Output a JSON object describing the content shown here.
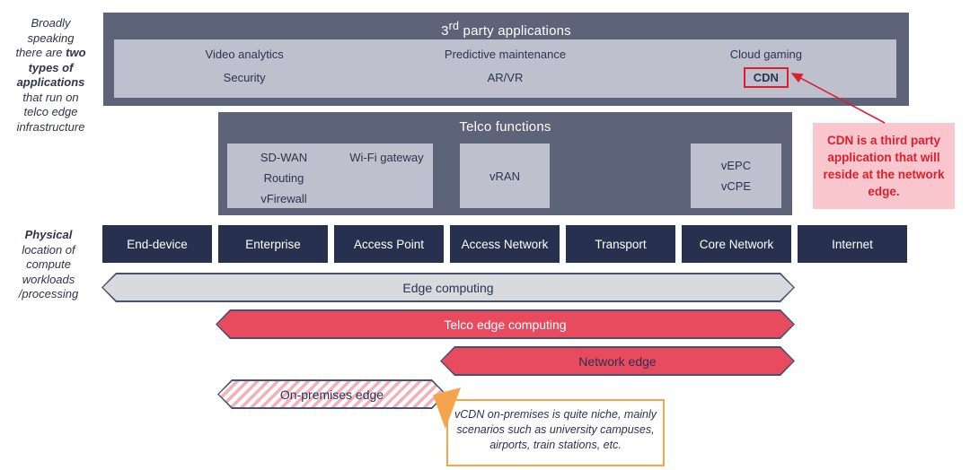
{
  "colors": {
    "navy_box": "#27304f",
    "slate_box": "#5d6378",
    "light_inner_box": "#bec1cd",
    "gray_banner": "#d9dade",
    "red_banner": "#e84a5e",
    "pink_callout_bg": "#f9c6cd",
    "red_accent_text": "#dc1f2e",
    "orange_accent": "#f4a44c"
  },
  "left_notes": {
    "top": [
      [
        {
          "t": "Broadly"
        }
      ],
      [
        {
          "t": "speaking"
        }
      ],
      [
        {
          "t": "there are "
        },
        {
          "t": "two",
          "b": 1
        }
      ],
      [
        {
          "t": "types of",
          "b": 1
        }
      ],
      [
        {
          "t": "applications",
          "b": 1
        }
      ],
      [
        {
          "t": "that run on"
        }
      ],
      [
        {
          "t": "telco edge"
        }
      ],
      [
        {
          "t": "infrastructure"
        }
      ]
    ],
    "bottom": [
      [
        {
          "t": "Physical",
          "b": 1
        }
      ],
      [
        {
          "t": "location of"
        }
      ],
      [
        {
          "t": "compute"
        }
      ],
      [
        {
          "t": "workloads"
        }
      ],
      [
        {
          "t": "/processing"
        }
      ]
    ]
  },
  "third_party": {
    "title_prefix": "3",
    "title_sup": "rd",
    "title_rest": " party applications",
    "groups": [
      {
        "lines": [
          {
            "t": "Video analytics"
          },
          {
            "t": "Security"
          }
        ]
      },
      {
        "lines": [
          {
            "t": "Predictive maintenance"
          },
          {
            "t": "AR/VR"
          }
        ]
      },
      {
        "lines": [
          {
            "t": "Cloud gaming"
          },
          {
            "t": "CDN",
            "hl": true
          }
        ]
      }
    ]
  },
  "telco": {
    "title": "Telco functions",
    "box1_left": [
      "SD-WAN",
      "Routing",
      "vFirewall"
    ],
    "box1_right": [
      "Wi-Fi gateway"
    ],
    "box2": [
      "vRAN"
    ],
    "box3": [
      "vEPC",
      "vCPE"
    ]
  },
  "callout_cdn": {
    "text": "CDN is a third party application that will reside at the network edge."
  },
  "devices": [
    "End-device",
    "Enterprise",
    "Access Point",
    "Access Network",
    "Transport",
    "Core Network",
    "Internet"
  ],
  "banners": {
    "edge": "Edge computing",
    "telco_edge": "Telco edge computing",
    "network_edge": "Network edge",
    "on_premises": "On-premises edge"
  },
  "note_vcdn": {
    "text": "vCDN on-premises is quite niche, mainly scenarios such as university campuses, airports, train stations, etc."
  }
}
